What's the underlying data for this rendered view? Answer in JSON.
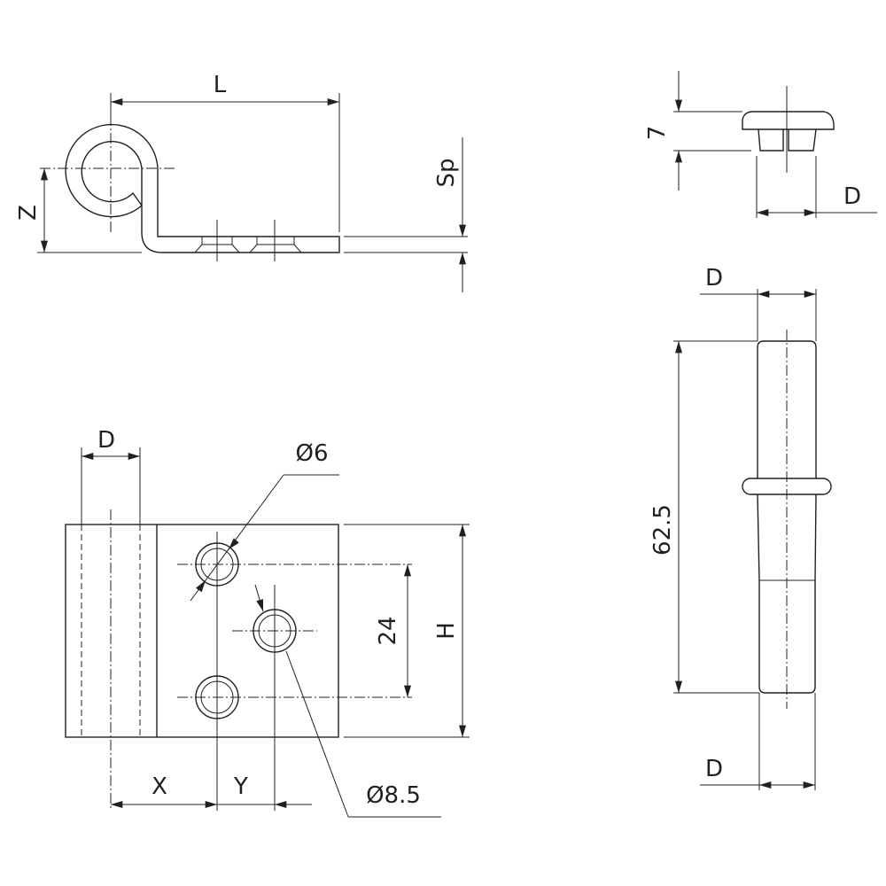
{
  "title": "Weld-on hinge technical drawing",
  "side_view": {
    "length_label": "L",
    "height_label": "Z",
    "thickness_label": "Sp"
  },
  "pin_cap": {
    "height_label": "7",
    "diameter_label": "D"
  },
  "pin": {
    "top_diameter_label": "D",
    "length_label": "62.5",
    "bottom_diameter_label": "D"
  },
  "plan_view": {
    "knuckle_diameter_label": "D",
    "small_hole_label": "Ø6",
    "large_hole_label": "Ø8.5",
    "hole_spacing_label": "24",
    "height_label": "H",
    "offset_x_label": "X",
    "offset_y_label": "Y"
  },
  "colors": {
    "line": "#231f20",
    "background": "#ffffff"
  }
}
